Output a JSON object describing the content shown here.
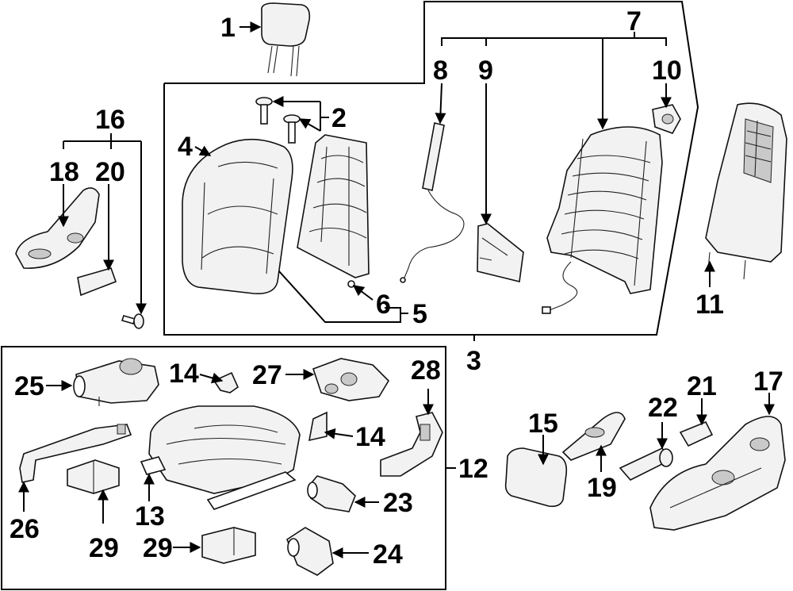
{
  "callouts": {
    "c1": "1",
    "c2": "2",
    "c3": "3",
    "c4": "4",
    "c5": "5",
    "c6": "6",
    "c7": "7",
    "c8": "8",
    "c9": "9",
    "c10": "10",
    "c11": "11",
    "c12": "12",
    "c13": "13",
    "c14a": "14",
    "c14b": "14",
    "c15": "15",
    "c16": "16",
    "c17": "17",
    "c18": "18",
    "c19": "19",
    "c20": "20",
    "c21": "21",
    "c22": "22",
    "c23": "23",
    "c24": "24",
    "c25": "25",
    "c26": "26",
    "c27": "27",
    "c28": "28",
    "c29a": "29",
    "c29b": "29"
  }
}
